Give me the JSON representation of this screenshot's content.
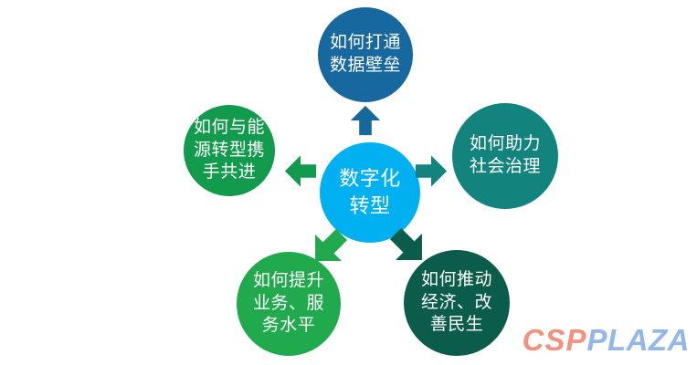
{
  "diagram": {
    "center": {
      "label": "数字化\n转型",
      "color": "#00B0F0",
      "text_color": "#FFFFFF"
    },
    "nodes": [
      {
        "position": "top",
        "label": "如何打通\n数据壁垒",
        "color": "#16689F",
        "arrow_direction": "up"
      },
      {
        "position": "right",
        "label": "如何助力\n社会治理",
        "color": "#12837D",
        "arrow_direction": "right"
      },
      {
        "position": "bottom-right",
        "label": "如何推动\n经济、改\n善民生",
        "color": "#0B5C4B",
        "arrow_direction": "down-right"
      },
      {
        "position": "bottom-left",
        "label": "如何提升\n业务、服\n务水平",
        "color": "#21AA4D",
        "arrow_direction": "down-left"
      },
      {
        "position": "left",
        "label": "如何与能\n源转型携\n手共进",
        "color": "#129A4D",
        "arrow_direction": "left"
      }
    ]
  },
  "logo": {
    "csp": "CSP",
    "plaza": "PLAZA",
    "csp_color": "#F2917E",
    "plaza_color": "#92B7E8"
  }
}
